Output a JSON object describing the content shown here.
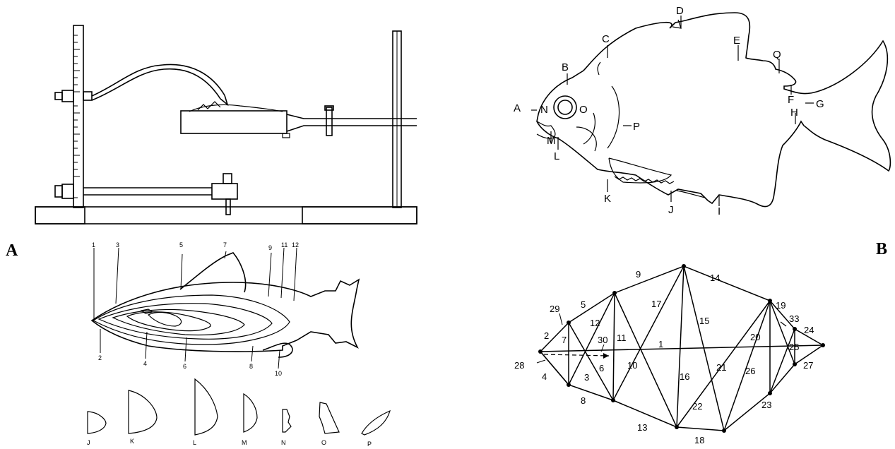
{
  "panel_labels": {
    "a": "A",
    "b": "B"
  },
  "apparatus": {},
  "outline_fish": {
    "numbers_top": [
      "1",
      "3",
      "5",
      "7",
      "9",
      "11",
      "12"
    ],
    "numbers_bottom": [
      "2",
      "4",
      "6",
      "8",
      "10"
    ],
    "sections": [
      "J",
      "K",
      "L",
      "M",
      "N",
      "O",
      "P"
    ]
  },
  "landmark_fish": {
    "landmarks": [
      "A",
      "B",
      "C",
      "D",
      "E",
      "Q",
      "F",
      "G",
      "H",
      "I",
      "J",
      "K",
      "L",
      "M",
      "N",
      "O",
      "P"
    ]
  },
  "truss_network": {
    "distances": [
      "1",
      "2",
      "3",
      "4",
      "5",
      "6",
      "7",
      "8",
      "9",
      "10",
      "11",
      "12",
      "13",
      "14",
      "15",
      "16",
      "17",
      "18",
      "19",
      "20",
      "21",
      "22",
      "23",
      "24",
      "25",
      "26",
      "27",
      "28",
      "29",
      "30",
      "33"
    ]
  }
}
